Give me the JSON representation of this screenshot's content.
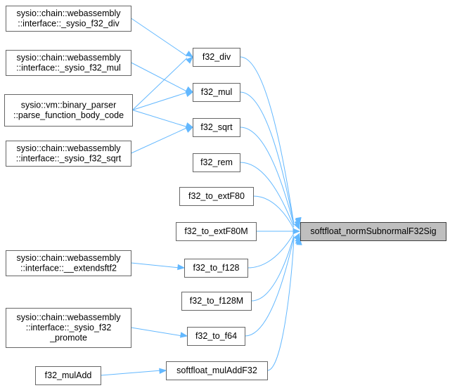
{
  "diagram": {
    "root": "softfloat_normSubnormalF32Sig",
    "nodes": [
      {
        "id": "root",
        "lines": [
          "softfloat_normSubnormalF32Sig"
        ]
      },
      {
        "id": "f32_div",
        "lines": [
          "f32_div"
        ]
      },
      {
        "id": "f32_mul",
        "lines": [
          "f32_mul"
        ]
      },
      {
        "id": "f32_sqrt",
        "lines": [
          "f32_sqrt"
        ]
      },
      {
        "id": "f32_rem",
        "lines": [
          "f32_rem"
        ]
      },
      {
        "id": "f32_to_extF80",
        "lines": [
          "f32_to_extF80"
        ]
      },
      {
        "id": "f32_to_extF80M",
        "lines": [
          "f32_to_extF80M"
        ]
      },
      {
        "id": "f32_to_f128",
        "lines": [
          "f32_to_f128"
        ]
      },
      {
        "id": "f32_to_f128M",
        "lines": [
          "f32_to_f128M"
        ]
      },
      {
        "id": "f32_to_f64",
        "lines": [
          "f32_to_f64"
        ]
      },
      {
        "id": "softfloat_mulAddF32",
        "lines": [
          "softfloat_mulAddF32"
        ]
      },
      {
        "id": "sysio_f32_div",
        "lines": [
          "sysio::chain::webassembly",
          "::interface::_sysio_f32_div"
        ]
      },
      {
        "id": "sysio_f32_mul",
        "lines": [
          "sysio::chain::webassembly",
          "::interface::_sysio_f32_mul"
        ]
      },
      {
        "id": "parse_function_body_code",
        "lines": [
          "sysio::vm::binary_parser",
          "::parse_function_body_code"
        ]
      },
      {
        "id": "sysio_f32_sqrt",
        "lines": [
          "sysio::chain::webassembly",
          "::interface::_sysio_f32_sqrt"
        ]
      },
      {
        "id": "extendsftf2",
        "lines": [
          "sysio::chain::webassembly",
          "::interface::__extendsftf2"
        ]
      },
      {
        "id": "sysio_f32_promote",
        "lines": [
          "sysio::chain::webassembly",
          "::interface::_sysio_f32",
          "_promote"
        ]
      },
      {
        "id": "f32_mulAdd",
        "lines": [
          "f32_mulAdd"
        ]
      }
    ],
    "edges": [
      [
        "sysio_f32_div",
        "f32_div"
      ],
      [
        "sysio_f32_mul",
        "f32_mul"
      ],
      [
        "parse_function_body_code",
        "f32_div"
      ],
      [
        "parse_function_body_code",
        "f32_mul"
      ],
      [
        "parse_function_body_code",
        "f32_sqrt"
      ],
      [
        "sysio_f32_sqrt",
        "f32_sqrt"
      ],
      [
        "extendsftf2",
        "f32_to_f128"
      ],
      [
        "sysio_f32_promote",
        "f32_to_f64"
      ],
      [
        "f32_mulAdd",
        "softfloat_mulAddF32"
      ],
      [
        "f32_div",
        "root"
      ],
      [
        "f32_mul",
        "root"
      ],
      [
        "f32_sqrt",
        "root"
      ],
      [
        "f32_rem",
        "root"
      ],
      [
        "f32_to_extF80",
        "root"
      ],
      [
        "f32_to_extF80M",
        "root"
      ],
      [
        "f32_to_f128",
        "root"
      ],
      [
        "f32_to_f128M",
        "root"
      ],
      [
        "f32_to_f64",
        "root"
      ],
      [
        "softfloat_mulAddF32",
        "root"
      ]
    ],
    "colors": {
      "edge": "#63b8ff",
      "root_fill": "#bfbfbf",
      "node_border": "#666666"
    }
  }
}
